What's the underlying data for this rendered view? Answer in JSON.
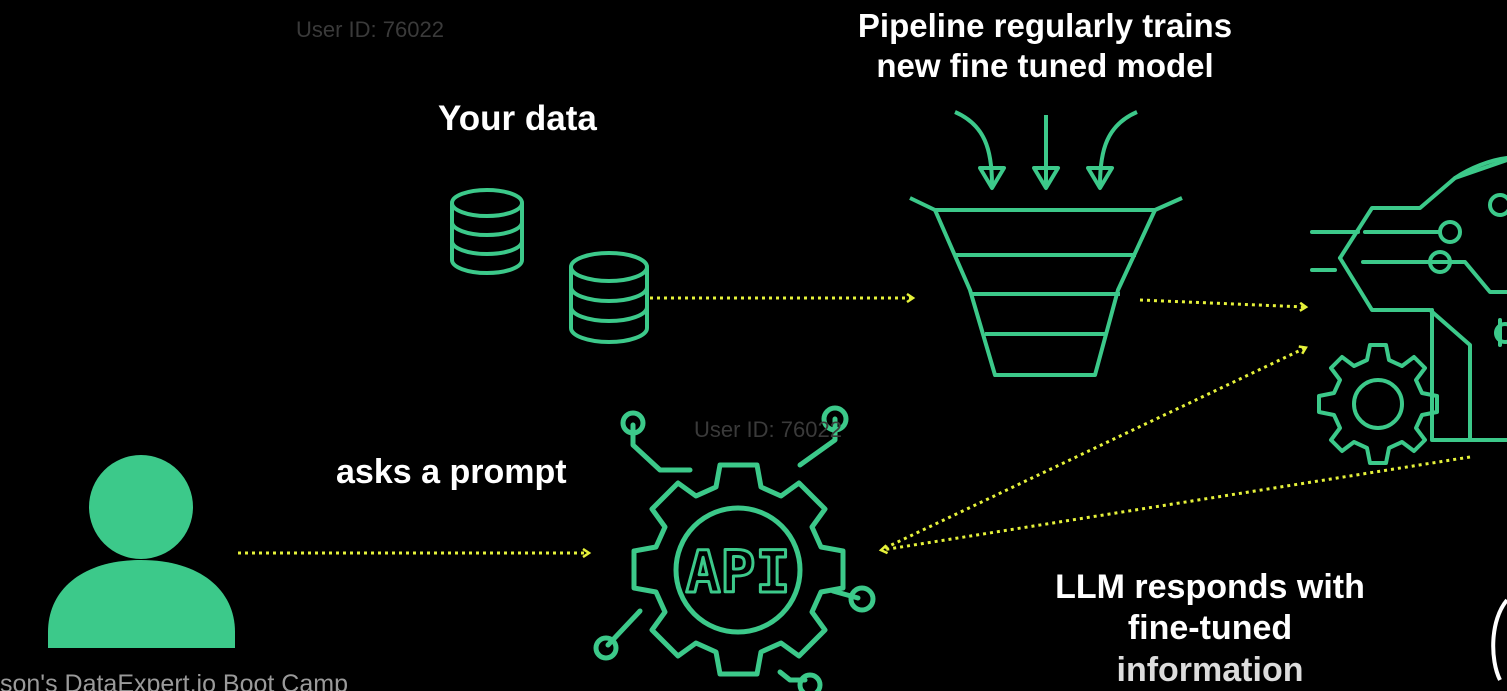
{
  "labels": {
    "your_data": "Your data",
    "pipeline_line1": "Pipeline regularly trains",
    "pipeline_line2": "new fine tuned model",
    "asks_prompt": "asks a prompt",
    "llm_line1": "LLM responds with",
    "llm_line2": "fine-tuned",
    "llm_line3": "information",
    "api_text": "API"
  },
  "watermarks": [
    "User ID: 76022",
    "User ID: 76022"
  ],
  "footer_text": "son's DataExpert.io Boot Camp",
  "colors": {
    "background": "#000000",
    "icon": "#3cc98a",
    "arrow": "#e6f23a",
    "label": "#ffffff"
  },
  "icons": [
    "database-icon",
    "database-icon",
    "funnel-icon",
    "ai-brain-icon",
    "user-icon",
    "api-gear-icon"
  ]
}
